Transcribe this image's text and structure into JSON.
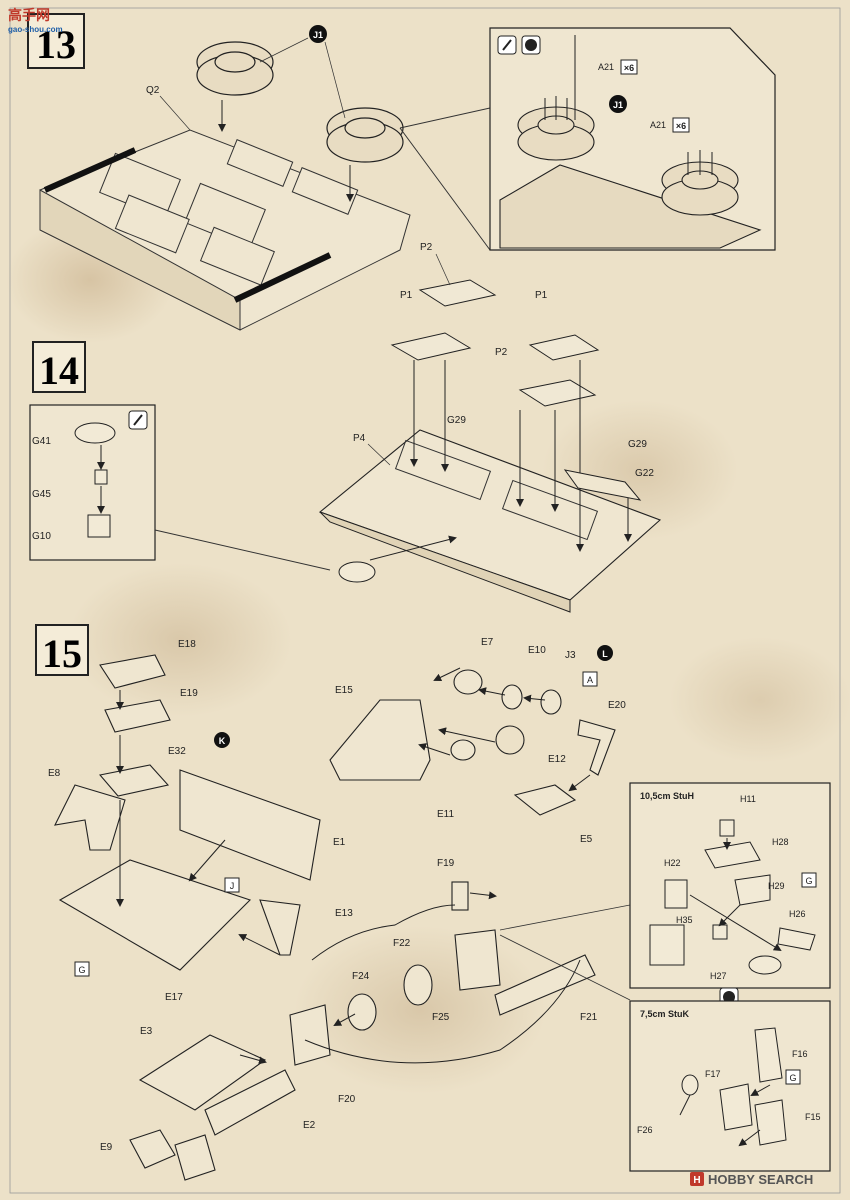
{
  "watermark_top": {
    "cn": "高手网",
    "url": "gao-shou.com"
  },
  "watermark_bottom": {
    "logo_letter": "H",
    "text": "HOBBY SEARCH"
  },
  "steps": {
    "s13": "13",
    "s14": "14",
    "s15": "15"
  },
  "step13": {
    "labels": {
      "j1a": "J1",
      "q2": "Q2",
      "a21a": "A21",
      "a21b": "A21",
      "j1b": "J1"
    },
    "qty": {
      "a": "×6",
      "b": "×6"
    }
  },
  "step14": {
    "labels": {
      "p2a": "P2",
      "p1a": "P1",
      "p1b": "P1",
      "p2b": "P2",
      "g29a": "G29",
      "g29b": "G29",
      "p4": "P4",
      "g22": "G22",
      "g41": "G41",
      "g45": "G45",
      "g10": "G10"
    }
  },
  "step15": {
    "labels": {
      "e18": "E18",
      "e19": "E19",
      "e32": "E32",
      "e8": "E8",
      "e1": "E1",
      "e13": "E13",
      "e17": "E17",
      "j": "J",
      "g": "G",
      "k": "K",
      "l": "L",
      "e7": "E7",
      "e10": "E10",
      "j3": "J3",
      "a": "A",
      "e15": "E15",
      "e20": "E20",
      "e12": "E12",
      "e11": "E11",
      "e5": "E5",
      "f19": "F19",
      "f22": "F22",
      "f24": "F24",
      "f25": "F25",
      "f21": "F21",
      "f20": "F20",
      "e3": "E3",
      "e2": "E2",
      "e9": "E9"
    },
    "box_a": {
      "title": "10,5cm StuH",
      "labels": {
        "h11": "H11",
        "h28": "H28",
        "h22": "H22",
        "h29": "H29",
        "g": "G",
        "h35": "H35",
        "h26": "H26",
        "h27": "H27"
      }
    },
    "box_b": {
      "title": "7,5cm StuK",
      "labels": {
        "f16": "F16",
        "f17": "F17",
        "g": "G",
        "f26": "F26",
        "f15": "F15"
      }
    }
  }
}
